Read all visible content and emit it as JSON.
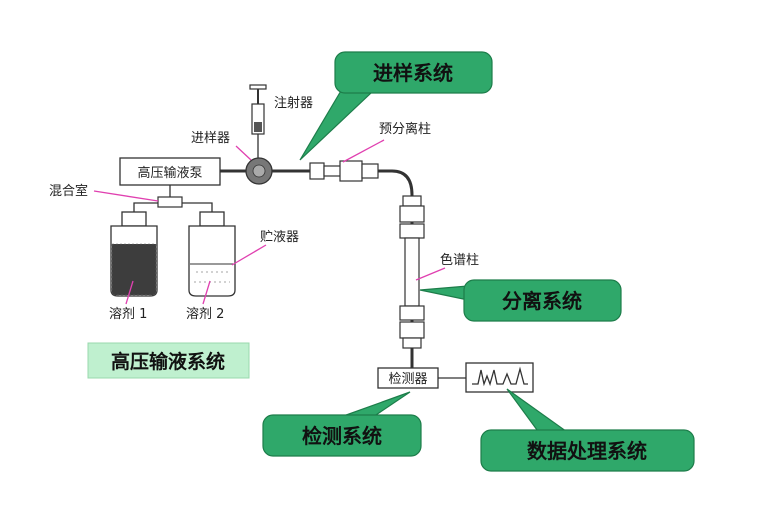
{
  "labels": {
    "syringe": "注射器",
    "injector": "进样器",
    "precolumn": "预分离柱",
    "pump": "高压输液泵",
    "mixer": "混合室",
    "reservoir": "贮液器",
    "column": "色谱柱",
    "solvent1": "溶剂 1",
    "solvent2": "溶剂 2",
    "detector": "检测器"
  },
  "systems": {
    "injection": "进样系统",
    "separation": "分离系统",
    "pump": "高压输液系统",
    "detection": "检测系统",
    "data": "数据处理系统"
  },
  "colors": {
    "callout_fill": "#2fa86a",
    "callout_stroke": "#1d7d4a",
    "leader": "#e040b0",
    "pump_box_fill": "#bff0cf"
  }
}
